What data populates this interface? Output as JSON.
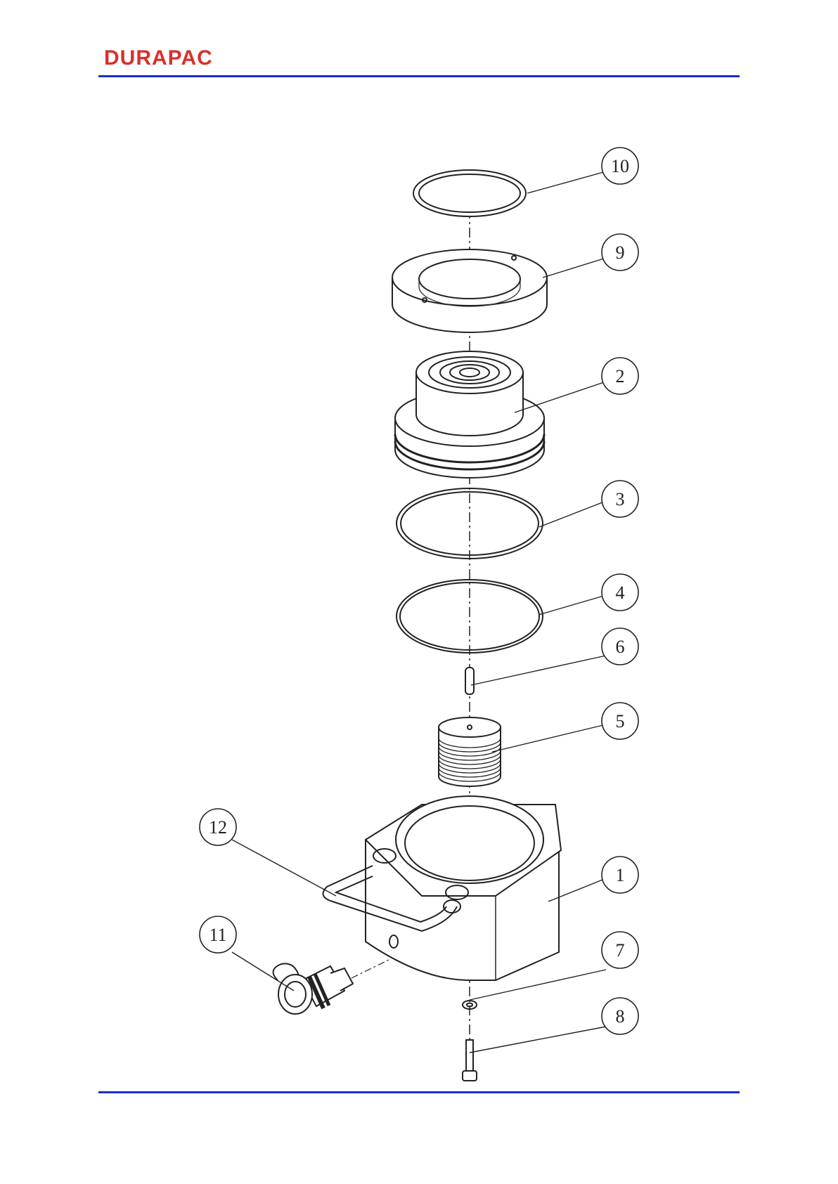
{
  "brand": {
    "name": "DURAPAC",
    "accent": "#d9302a",
    "rule_color": "#1a2fc8"
  },
  "callouts": {
    "c1": "1",
    "c2": "2",
    "c3": "3",
    "c4": "4",
    "c5": "5",
    "c6": "6",
    "c7": "7",
    "c8": "8",
    "c9": "9",
    "c10": "10",
    "c11": "11",
    "c12": "12"
  }
}
